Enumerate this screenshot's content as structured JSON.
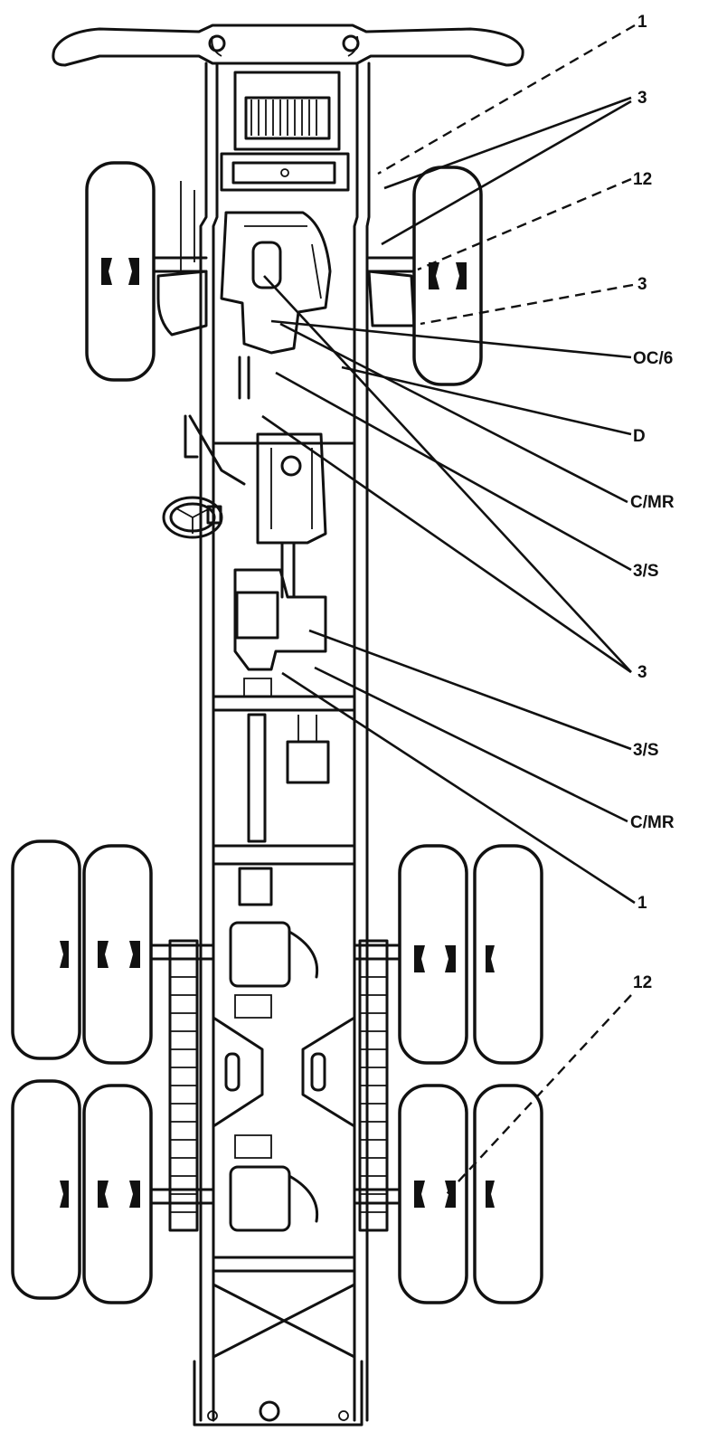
{
  "diagram": {
    "subject": "vehicle-chassis-top-view",
    "callouts": [
      {
        "id": "c1",
        "label": "1",
        "style": "dashed"
      },
      {
        "id": "c2",
        "label": "3",
        "style": "solid"
      },
      {
        "id": "c3",
        "label": "12",
        "style": "dashed"
      },
      {
        "id": "c4",
        "label": "3",
        "style": "dashed"
      },
      {
        "id": "c5",
        "label": "OC/6",
        "style": "solid"
      },
      {
        "id": "c6",
        "label": "D",
        "style": "solid"
      },
      {
        "id": "c7",
        "label": "C/MR",
        "style": "solid"
      },
      {
        "id": "c8",
        "label": "3/S",
        "style": "solid"
      },
      {
        "id": "c9",
        "label": "3",
        "style": "solid"
      },
      {
        "id": "c10",
        "label": "3/S",
        "style": "solid"
      },
      {
        "id": "c11",
        "label": "C/MR",
        "style": "solid"
      },
      {
        "id": "c12",
        "label": "1",
        "style": "solid"
      },
      {
        "id": "c13",
        "label": "12",
        "style": "dashed"
      }
    ],
    "colors": {
      "ink": "#111111",
      "paper": "#ffffff"
    }
  }
}
